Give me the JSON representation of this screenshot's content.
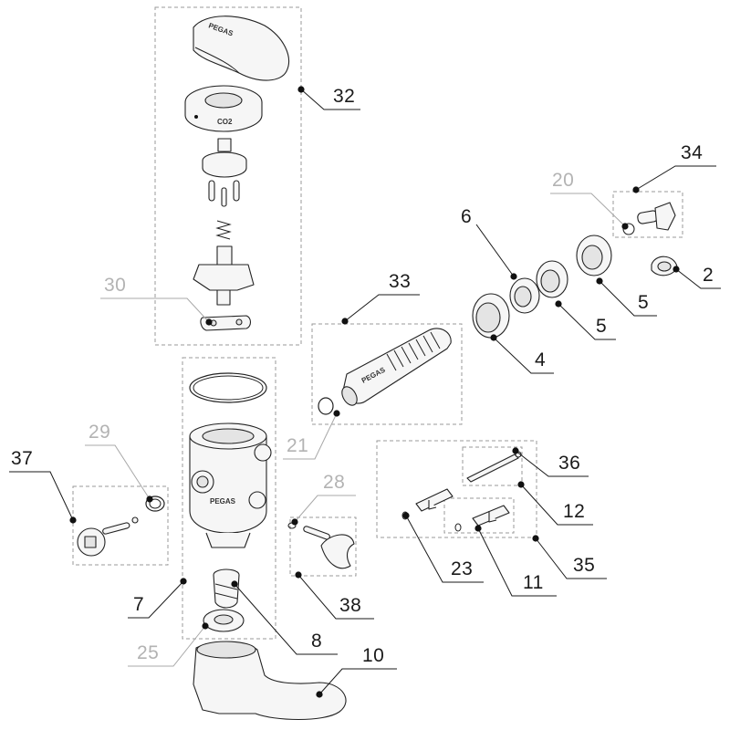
{
  "logos": {
    "cap": "PEGAS",
    "tube": "PEGAS",
    "body": "PEGAS",
    "ring": "CO2"
  },
  "callouts": [
    {
      "id": "c32",
      "text": "32",
      "muted": false
    },
    {
      "id": "c34",
      "text": "34",
      "muted": false
    },
    {
      "id": "c20",
      "text": "20",
      "muted": true
    },
    {
      "id": "c6",
      "text": "6",
      "muted": false
    },
    {
      "id": "c2",
      "text": "2",
      "muted": false
    },
    {
      "id": "c5a",
      "text": "5",
      "muted": false
    },
    {
      "id": "c5b",
      "text": "5",
      "muted": false
    },
    {
      "id": "c30",
      "text": "30",
      "muted": true
    },
    {
      "id": "c33",
      "text": "33",
      "muted": false
    },
    {
      "id": "c4",
      "text": "4",
      "muted": false
    },
    {
      "id": "c21",
      "text": "21",
      "muted": true
    },
    {
      "id": "c37",
      "text": "37",
      "muted": false
    },
    {
      "id": "c29",
      "text": "29",
      "muted": true
    },
    {
      "id": "c36",
      "text": "36",
      "muted": false
    },
    {
      "id": "c28",
      "text": "28",
      "muted": true
    },
    {
      "id": "c12",
      "text": "12",
      "muted": false
    },
    {
      "id": "c23",
      "text": "23",
      "muted": false
    },
    {
      "id": "c35",
      "text": "35",
      "muted": false
    },
    {
      "id": "c11",
      "text": "11",
      "muted": false
    },
    {
      "id": "c7",
      "text": "7",
      "muted": false
    },
    {
      "id": "c38",
      "text": "38",
      "muted": false
    },
    {
      "id": "c8",
      "text": "8",
      "muted": false
    },
    {
      "id": "c25",
      "text": "25",
      "muted": true
    },
    {
      "id": "c10",
      "text": "10",
      "muted": false
    }
  ]
}
